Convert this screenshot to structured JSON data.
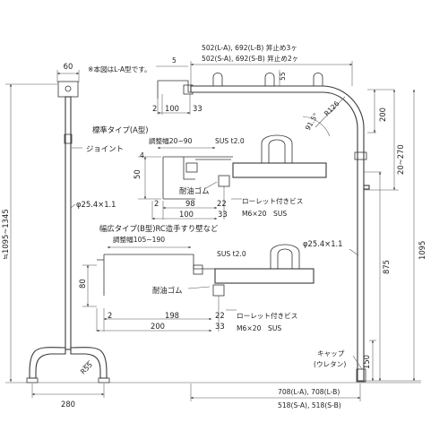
{
  "diagram": {
    "note": "※本図はL-A型です。",
    "top_dims": {
      "line1": "502(L-A), 692(L-B) 笄止め3ヶ",
      "line2": "502(S-A), 692(S-B) 笄止め2ヶ",
      "d5": "5",
      "d55": "55",
      "d2": "2",
      "d100": "100",
      "d33": "33"
    },
    "left_elevation": {
      "d60": "60",
      "joint": "ジョイント",
      "pipe_dia": "φ25.4×1.1",
      "height_range": "≒1095~1345",
      "base_radius": "R55",
      "base_width": "280"
    },
    "standard_type": {
      "title": "標準タイプ(A型)",
      "adjust": "調整幅20~90",
      "sus": "SUS t2.0",
      "d4": "4",
      "d50": "50",
      "rubber": "耐油ゴム",
      "d2": "2",
      "d98": "98",
      "d22": "22",
      "d100": "100",
      "d33": "33",
      "screw": "ローレット付きビス",
      "screw_spec": "M6×20　SUS"
    },
    "wide_type": {
      "title": "幅広タイプ(B型)RC造手すり壁など",
      "adjust": "調整幅105~190",
      "sus": "SUS t2.0",
      "d80": "80",
      "rubber": "耐油ゴム",
      "d2": "2",
      "d198": "198",
      "d22": "22",
      "d200": "200",
      "d33": "33",
      "screw": "ローレット付きビス",
      "screw_spec": "M6×20　SUS"
    },
    "right_elevation": {
      "radius": "R126",
      "angle": "91.5°",
      "d200": "200",
      "range": "20~270",
      "pipe_dia": "φ25.4×1.1",
      "d1095": "1095",
      "d875": "875",
      "d150": "150",
      "cap": "キャップ",
      "cap_material": "(ウレタン)",
      "bottom_line1": "708(L-A), 708(L-B)",
      "bottom_line2": "518(S-A), 518(S-B)"
    }
  }
}
